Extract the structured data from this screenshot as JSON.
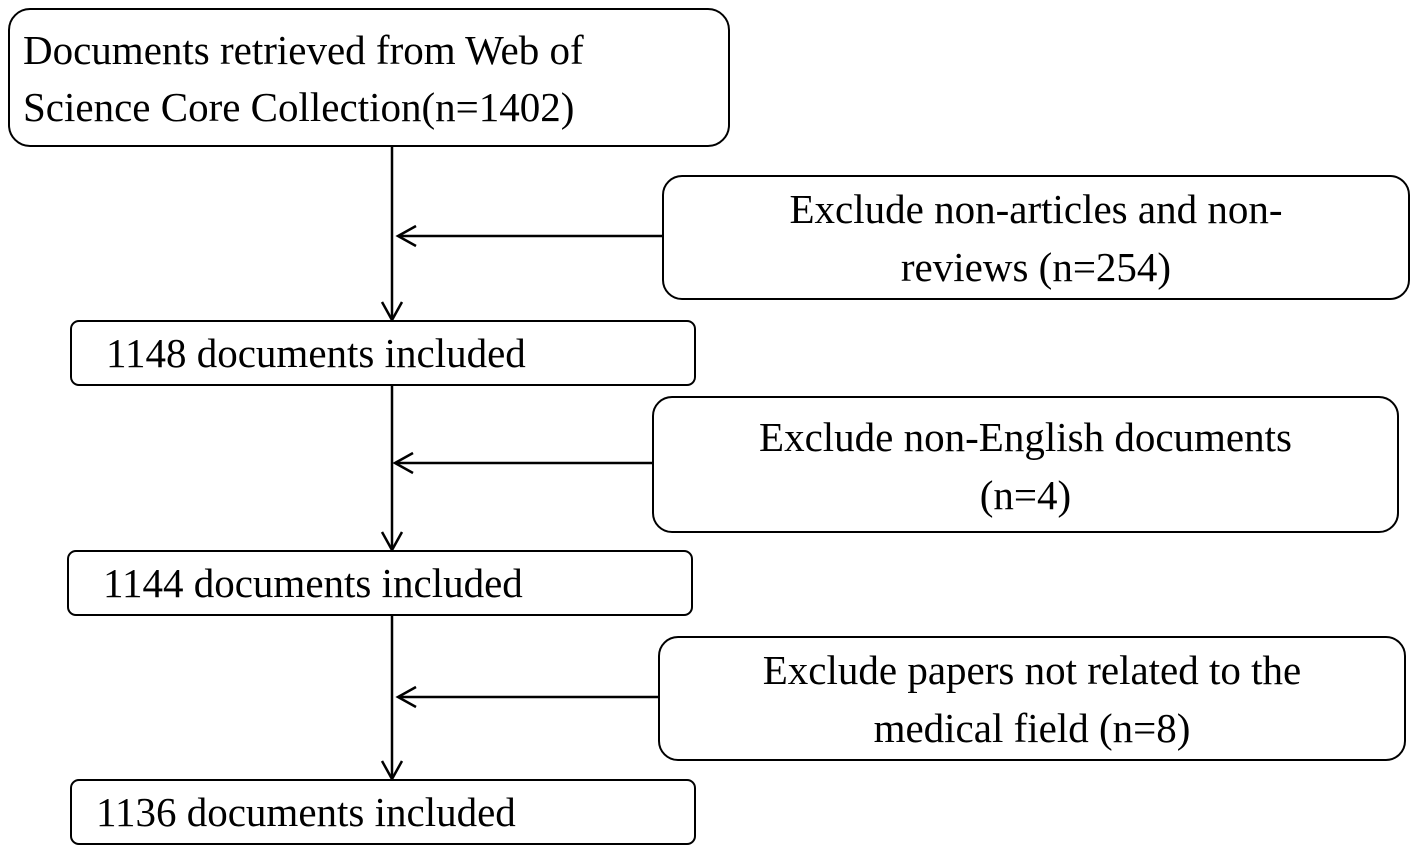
{
  "flow": {
    "start": {
      "line1": "Documents retrieved from Web of",
      "line2": "Science Core Collection(n=1402)"
    },
    "stage1": {
      "label": "1148 documents included"
    },
    "stage2": {
      "label": "1144 documents included"
    },
    "stage3": {
      "label": "1136 documents included"
    },
    "exclusion1": {
      "line1": "Exclude non-articles and non-",
      "line2": "reviews (n=254)"
    },
    "exclusion2": {
      "line1": "Exclude non-English documents",
      "line2": "(n=4)"
    },
    "exclusion3": {
      "line1": "Exclude papers not related to the",
      "line2": "medical field (n=8)"
    }
  },
  "colors": {
    "stroke": "#000000",
    "background": "#ffffff"
  }
}
